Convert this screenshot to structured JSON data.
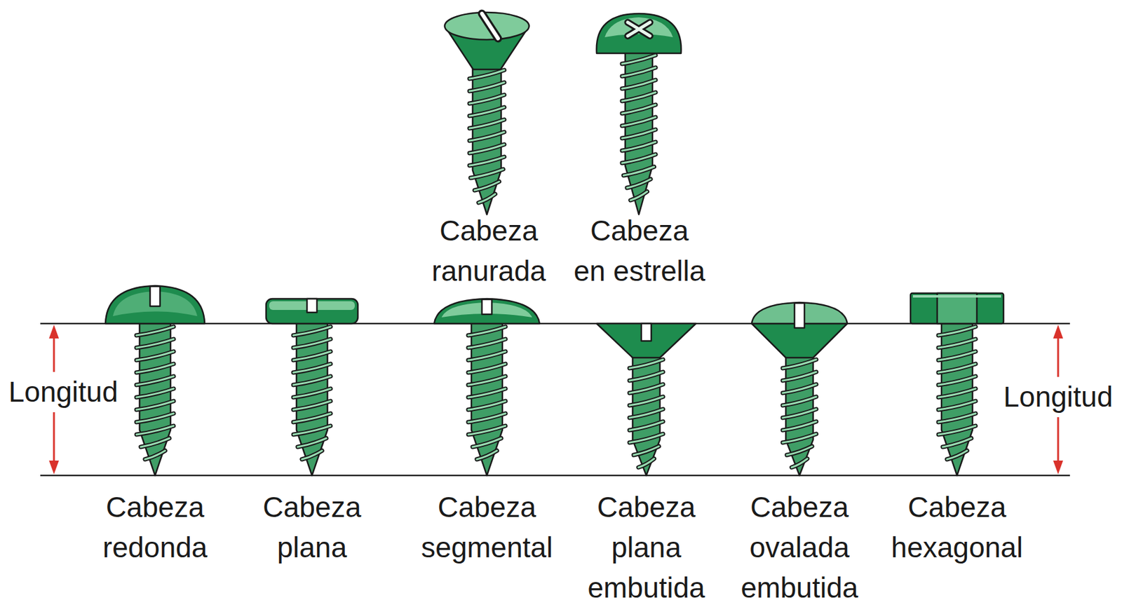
{
  "diagram": {
    "labels": [
      "Cabeza ranurada",
      "Cabeza en estrella",
      "Longitud",
      "Cabeza redonda",
      "Cabeza plana",
      "Cabeza segmental",
      "Cabeza plana embutida",
      "Cabeza ovalada embutida",
      "Cabeza hexagonal",
      "Longitud"
    ]
  }
}
